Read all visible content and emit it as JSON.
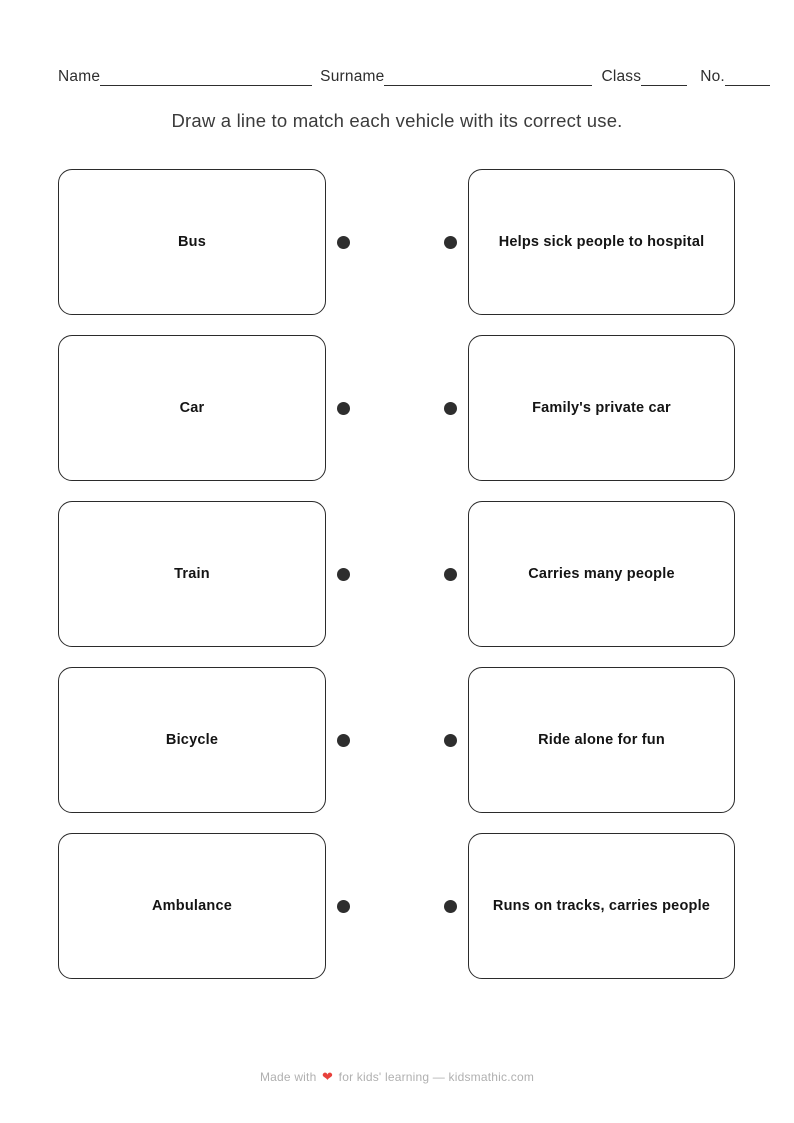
{
  "header": {
    "fields": [
      {
        "id": "name",
        "label": "Name"
      },
      {
        "id": "surname",
        "label": "Surname"
      },
      {
        "id": "class",
        "label": "Class"
      },
      {
        "id": "no",
        "label": "No."
      }
    ]
  },
  "title": "Draw a line to match each vehicle with its correct use.",
  "matching": {
    "rows": [
      {
        "left": "Bus",
        "right": "Helps sick people to hospital"
      },
      {
        "left": "Car",
        "right": "Family's private car"
      },
      {
        "left": "Train",
        "right": "Carries many people"
      },
      {
        "left": "Bicycle",
        "right": "Ride alone for fun"
      },
      {
        "left": "Ambulance",
        "right": "Runs on tracks, carries people"
      }
    ]
  },
  "footer": {
    "prefix": "Made with",
    "heart_icon": "❤",
    "suffix": "for kids' learning — kidsmathic.com"
  },
  "colors": {
    "card_border": "#2b2b2b",
    "dot": "#2e2e2e",
    "title_text": "#3b3b3b",
    "footer_text": "#b0b0b0",
    "heart_red": "#e8413c"
  }
}
